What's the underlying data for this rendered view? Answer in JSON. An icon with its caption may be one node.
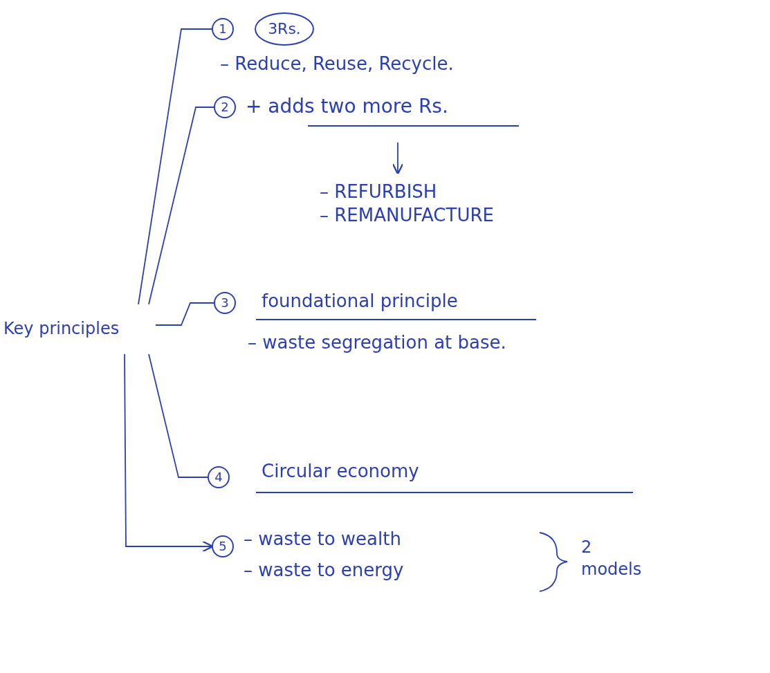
{
  "diagram": {
    "nodes": [
      {
        "text": [
          "Key principles"
        ]
      },
      {
        "text": [
          "1"
        ]
      },
      {
        "text": [
          "3Rs."
        ]
      },
      {
        "text": [
          "2"
        ]
      },
      {
        "text": [
          "+ adds two more Rs."
        ]
      },
      {
        "text": [
          "– REFURBISH",
          "– REMANUFACTURE"
        ]
      },
      {
        "text": [
          "3"
        ]
      },
      {
        "text": [
          "4"
        ]
      },
      {
        "text": [
          "5"
        ]
      }
    ],
    "edges": [
      {
        "from": 0,
        "to": 1,
        "arrow": "none"
      },
      {
        "from": 0,
        "to": 3,
        "arrow": "none"
      },
      {
        "from": 0,
        "to": 6,
        "arrow": "none"
      },
      {
        "from": 0,
        "to": 7,
        "arrow": "none"
      },
      {
        "from": 0,
        "to": 8,
        "arrow": "to"
      },
      {
        "from": 4,
        "to": 5,
        "arrow": "to"
      }
    ],
    "labels": [
      "– Reduce, Reuse, Recycle.",
      "foundational principle",
      "– waste segregation at base.",
      "Circular economy",
      "– waste to wealth",
      "– waste to energy",
      "2 models"
    ]
  }
}
